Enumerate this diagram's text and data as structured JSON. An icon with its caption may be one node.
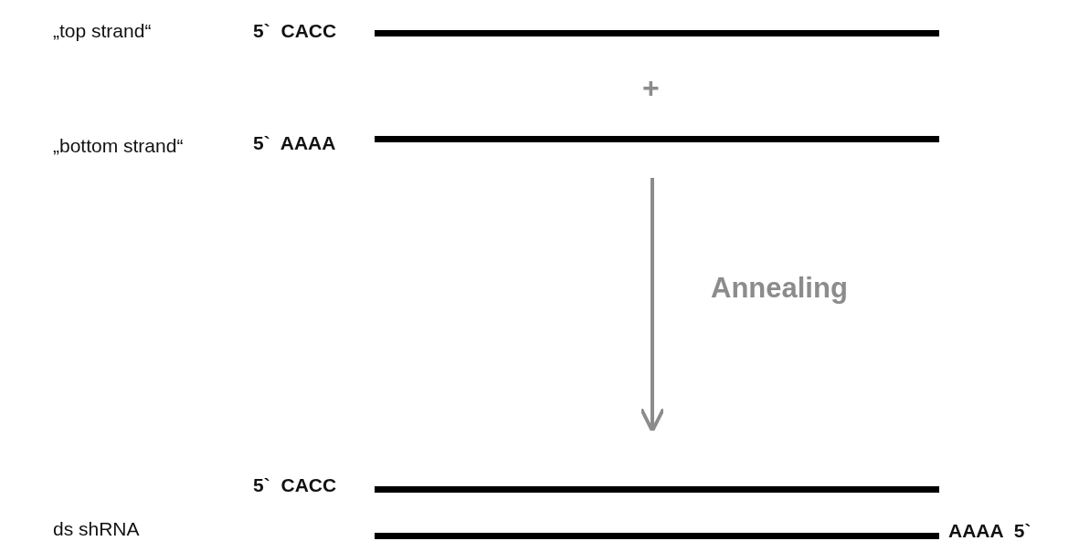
{
  "diagram": {
    "nodes": [
      {
        "text": [
          "5` CACC"
        ]
      },
      {
        "text": [
          "5` AAAA"
        ]
      },
      {
        "text": [
          "5` CACC",
          "AAAA 5`"
        ]
      }
    ],
    "edges": [
      {
        "from": 1,
        "to": 2,
        "arrow": "to",
        "label": "Annealing"
      }
    ],
    "labels": [
      "„top strand“",
      "+",
      "„bottom strand“",
      "ds shRNA"
    ]
  }
}
